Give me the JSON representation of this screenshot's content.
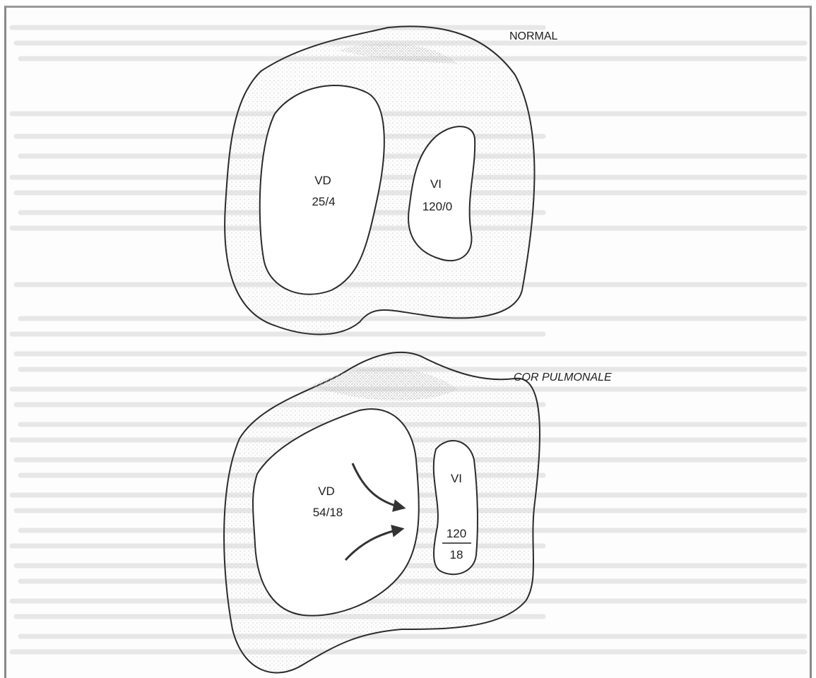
{
  "figure": {
    "normal": {
      "title": "NORMAL",
      "rv_label": "VD",
      "rv_pressure": "25/4",
      "lv_label": "VI",
      "lv_pressure": "120/0"
    },
    "cor_pulmonale": {
      "title": "COR PULMONALE",
      "rv_label": "VD",
      "rv_pressure": "54/18",
      "lv_label": "VI",
      "lv_pressure_numerator": "120",
      "lv_pressure_denominator": "18"
    }
  },
  "colors": {
    "outline": "#2b2b2b",
    "myocardium_stipple": "#bdbdbd",
    "arrow": "#333333",
    "frame": "#8a8a8a"
  }
}
